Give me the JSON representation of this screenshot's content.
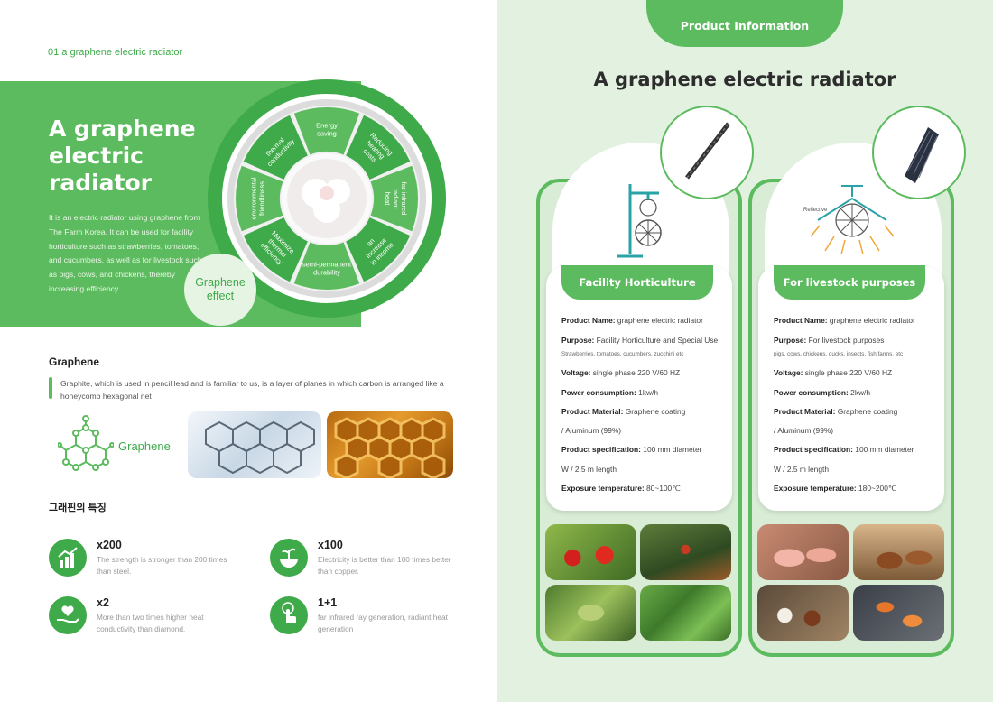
{
  "left": {
    "section_label": "01  a graphene electric radiator",
    "hero": {
      "title": "A graphene electric radiator",
      "description": "It is an electric radiator using graphene from The Farm Korea. It can be used for facility horticulture such as strawberries, tomatoes, and cucumbers, as well as for livestock such as pigs, cows, and chickens, thereby increasing efficiency.",
      "wheel_segments": [
        "Energy saving",
        "Reducing heating costs",
        "far-infrared radiant heat",
        "an increase in income",
        "semi-permanent durability",
        "Maximize thermal efficiency",
        "environmental friendliness",
        "thermal conductivity"
      ],
      "effect_badge": "Graphene effect"
    },
    "graphene": {
      "heading": "Graphene",
      "description": "Graphite, which is used in pencil lead and is familiar to us, is a layer of planes in which carbon is arranged like a honeycomb hexagonal net",
      "icon_label": "Graphene"
    },
    "features": {
      "heading": "그래핀의 특징",
      "items": [
        {
          "value": "x200",
          "text": "The strength is stronger than 200 times than steel.",
          "icon": "chart-growth-icon"
        },
        {
          "value": "x100",
          "text": "Electricity is better than 100 times better than copper.",
          "icon": "bowl-plant-icon"
        },
        {
          "value": "x2",
          "text": "More than two times higher heat conductivity than diamond.",
          "icon": "hand-heart-icon"
        },
        {
          "value": "1+1",
          "text": "far infrared ray generation, radiant heat generation",
          "icon": "touch-hand-icon"
        }
      ]
    }
  },
  "right": {
    "tab_label": "Product Information",
    "title": "A graphene electric radiator",
    "products": [
      {
        "label": "Facility Horticulture",
        "specs": [
          {
            "key": "Product Name:",
            "value": " graphene electric radiator"
          },
          {
            "key": "Purpose:",
            "value": " Facility Horticulture and Special Use",
            "sub": "Strawberries, tomatoes, cucumbers, zucchini etc"
          },
          {
            "key": "Voltage:",
            "value": " single phase 220 V/60 HZ"
          },
          {
            "key": "Power consumption:",
            "value": " 1kw/h"
          },
          {
            "key": "Product Material:",
            "value": " Graphene coating",
            "cont": " / Aluminum (99%)"
          },
          {
            "key": "Product specification:",
            "value": " 100 mm diameter",
            "cont": "W / 2.5 m length"
          },
          {
            "key": "Exposure temperature:",
            "value": " 80~100℃"
          }
        ]
      },
      {
        "label": "For livestock purposes",
        "diagram_label": "Reflective",
        "specs": [
          {
            "key": "Product Name:",
            "value": " graphene electric radiator"
          },
          {
            "key": "Purpose:",
            "value": " For livestock purposes",
            "sub": "pigs, cows, chickens, ducks, insects, fish farms, etc"
          },
          {
            "key": "Voltage:",
            "value": " single phase 220 V/60 HZ"
          },
          {
            "key": "Power consumption:",
            "value": " 2kw/h"
          },
          {
            "key": "Product Material:",
            "value": " Graphene coating",
            "cont": " / Aluminum (99%)"
          },
          {
            "key": "Product specification:",
            "value": " 100 mm diameter",
            "cont": "W / 2.5 m length"
          },
          {
            "key": "Exposure temperature:",
            "value": " 180~200℃"
          }
        ]
      }
    ]
  },
  "colors": {
    "accent": "#5cbb5e",
    "dark_accent": "#3faa4a",
    "right_bg": "#e3f1e1"
  }
}
